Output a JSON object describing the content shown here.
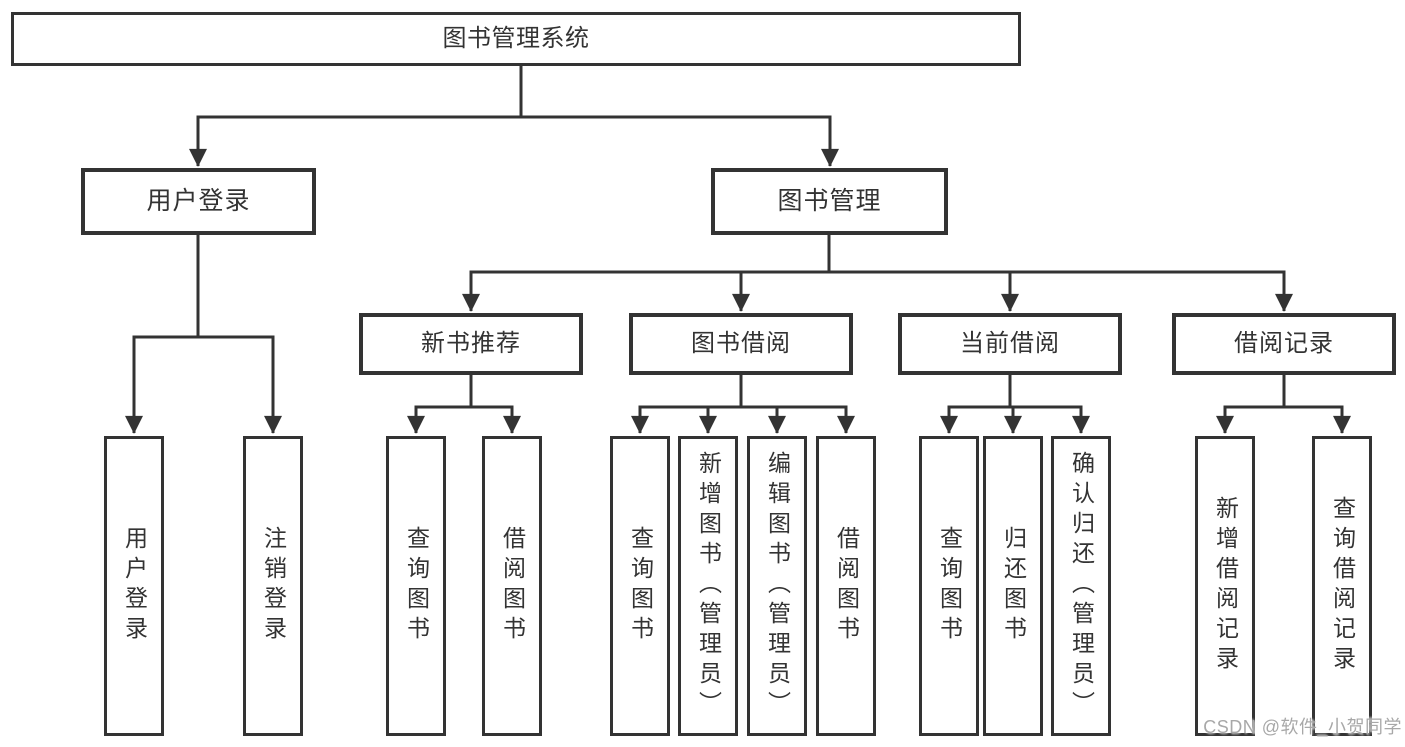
{
  "tree": {
    "root": {
      "label": "图书管理系统",
      "children": [
        {
          "label": "用户登录",
          "children": [
            {
              "label": "用户登录"
            },
            {
              "label": "注销登录"
            }
          ]
        },
        {
          "label": "图书管理",
          "children": [
            {
              "label": "新书推荐",
              "children": [
                {
                  "label": "查询图书"
                },
                {
                  "label": "借阅图书"
                }
              ]
            },
            {
              "label": "图书借阅",
              "children": [
                {
                  "label": "查询图书"
                },
                {
                  "label": "新增图书（管理员）"
                },
                {
                  "label": "编辑图书（管理员）"
                },
                {
                  "label": "借阅图书"
                }
              ]
            },
            {
              "label": "当前借阅",
              "children": [
                {
                  "label": "查询图书"
                },
                {
                  "label": "归还图书"
                },
                {
                  "label": "确认归还（管理员）"
                }
              ]
            },
            {
              "label": "借阅记录",
              "children": [
                {
                  "label": "新增借阅记录"
                },
                {
                  "label": "查询借阅记录"
                }
              ]
            }
          ]
        }
      ]
    }
  },
  "watermark": {
    "text": "CSDN @软件_小贺同学"
  },
  "colors": {
    "line": "#333333",
    "box_border": "#333333",
    "text": "#333333",
    "background": "#ffffff",
    "watermark": "#a8a8a8"
  }
}
